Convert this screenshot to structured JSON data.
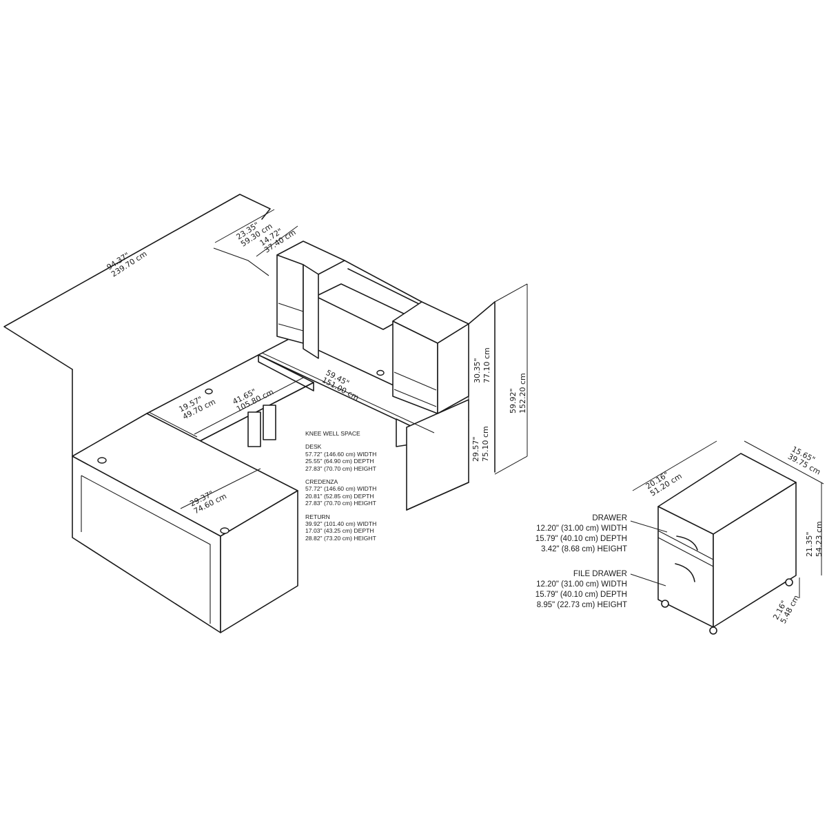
{
  "dimensions": {
    "overall_width": [
      "94.37\"",
      "239.70 cm"
    ],
    "hutch_depth": [
      "23.35\"",
      "59.30 cm"
    ],
    "hutch_shelf_depth": [
      "14.72\"",
      "37.40 cm"
    ],
    "credenza_width": [
      "59.45\"",
      "151.00 cm"
    ],
    "return_width": [
      "41.65\"",
      "105.80 cm"
    ],
    "return_depth": [
      "19.57\"",
      "49.70 cm"
    ],
    "desk_depth": [
      "29.37\"",
      "74.60 cm"
    ],
    "hutch_height": [
      "30.35\"",
      "77.10 cm"
    ],
    "credenza_height": [
      "29.57\"",
      "75.10 cm"
    ],
    "total_height": [
      "59.92\"",
      "152.20 cm"
    ],
    "pedestal_width": [
      "20.16\"",
      "51.20 cm"
    ],
    "pedestal_depth": [
      "15.65\"",
      "39.75 cm"
    ],
    "pedestal_height": [
      "21.35\"",
      "54.23 cm"
    ],
    "caster_height": [
      "2.16\"",
      "5.48 cm"
    ]
  },
  "knee_well": {
    "heading": "KNEE WELL SPACE",
    "desk_title": "DESK",
    "desk": [
      "57.72\" (146.60 cm) WIDTH",
      "25.55\" (64.90 cm) DEPTH",
      "27.83\" (70.70 cm) HEIGHT"
    ],
    "credenza_title": "CREDENZA",
    "credenza": [
      "57.72\" (146.60 cm) WIDTH",
      "20.81\" (52.85 cm) DEPTH",
      "27.83\" (70.70 cm) HEIGHT"
    ],
    "return_title": "RETURN",
    "return": [
      "39.92\" (101.40 cm) WIDTH",
      "17.03\" (43.25 cm) DEPTH",
      "28.82\" (73.20 cm) HEIGHT"
    ]
  },
  "drawer": {
    "title": "DRAWER",
    "lines": [
      "12.20\" (31.00 cm) WIDTH",
      "15.79\" (40.10 cm) DEPTH",
      "3.42\" (8.68 cm) HEIGHT"
    ]
  },
  "file_drawer": {
    "title": "FILE DRAWER",
    "lines": [
      "12.20\" (31.00 cm) WIDTH",
      "15.79\" (40.10 cm) DEPTH",
      "8.95\" (22.73 cm) HEIGHT"
    ]
  }
}
